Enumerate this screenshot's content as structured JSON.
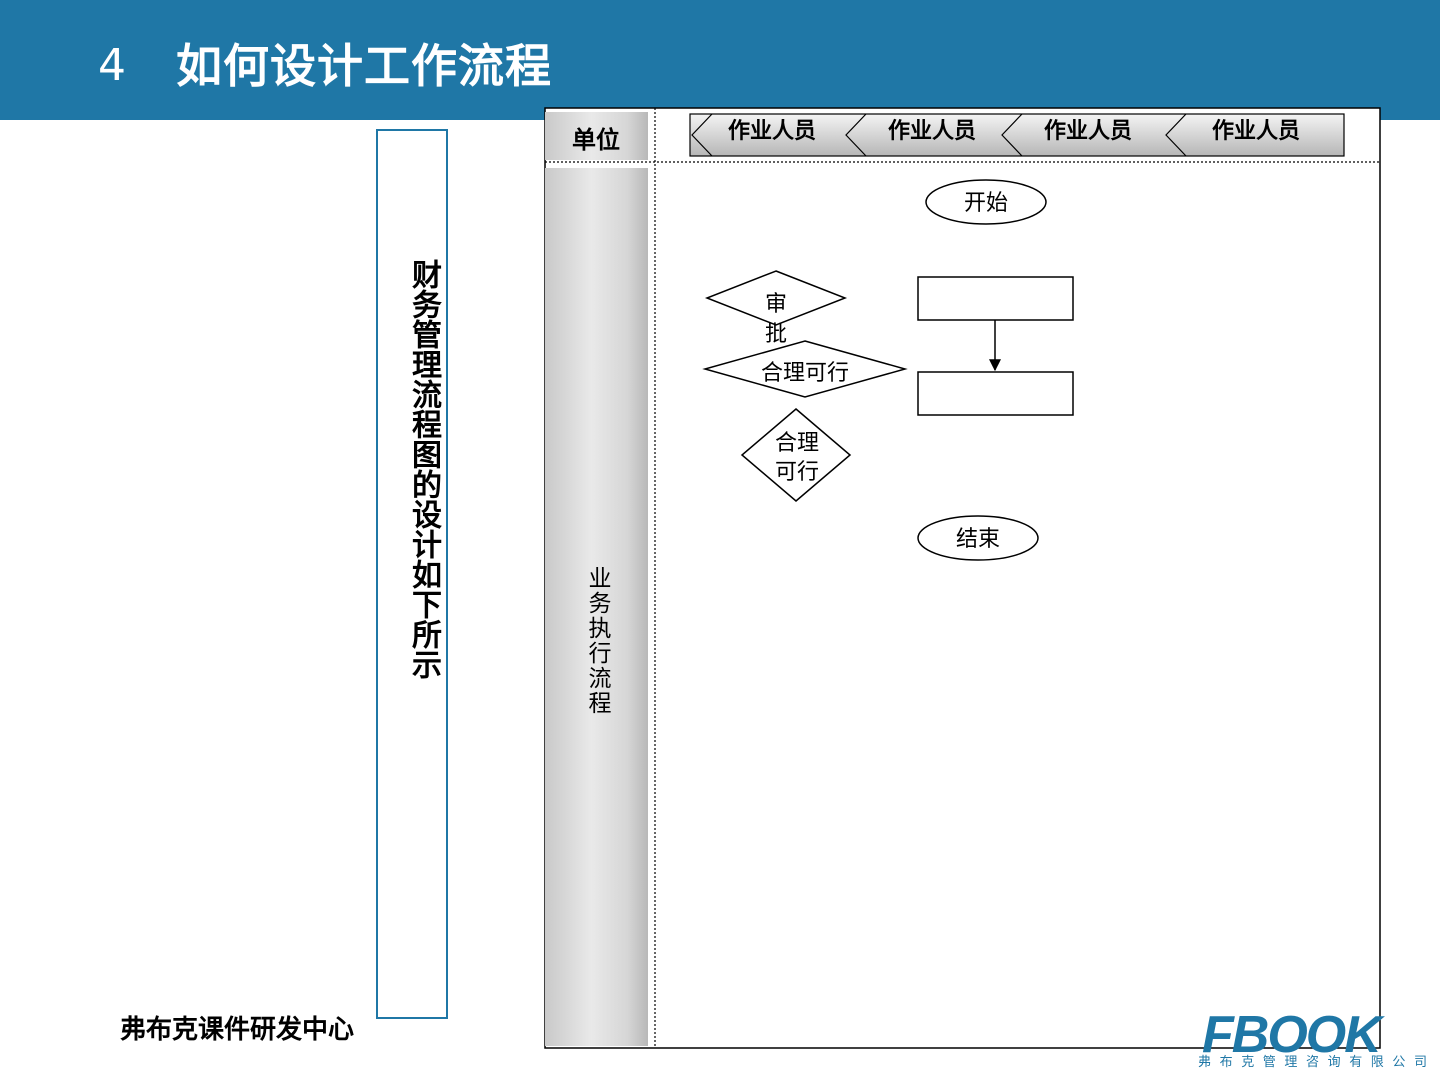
{
  "header": {
    "number": "4",
    "title": "如何设计工作流程"
  },
  "side_caption": "财务管理流程图的设计如下所示",
  "footer": {
    "center_name": "弗布克课件研发中心",
    "logo_text": "FBOOK",
    "logo_sub": "弗布克管理咨询有限公司"
  },
  "diagram": {
    "unit_header": "单位",
    "lane_label": "业务执行流程",
    "roles": [
      "作业人员",
      "作业人员",
      "作业人员",
      "作业人员"
    ],
    "nodes": {
      "start": "开始",
      "approve": "审批",
      "feasible_wide": "合理可行",
      "feasible_small_line1": "合理",
      "feasible_small_line2": "可行",
      "end": "结束"
    }
  },
  "colors": {
    "header_band": "#1f77a6",
    "frame_border": "#1f77a6",
    "lane_gray": "#c8c8c8"
  }
}
